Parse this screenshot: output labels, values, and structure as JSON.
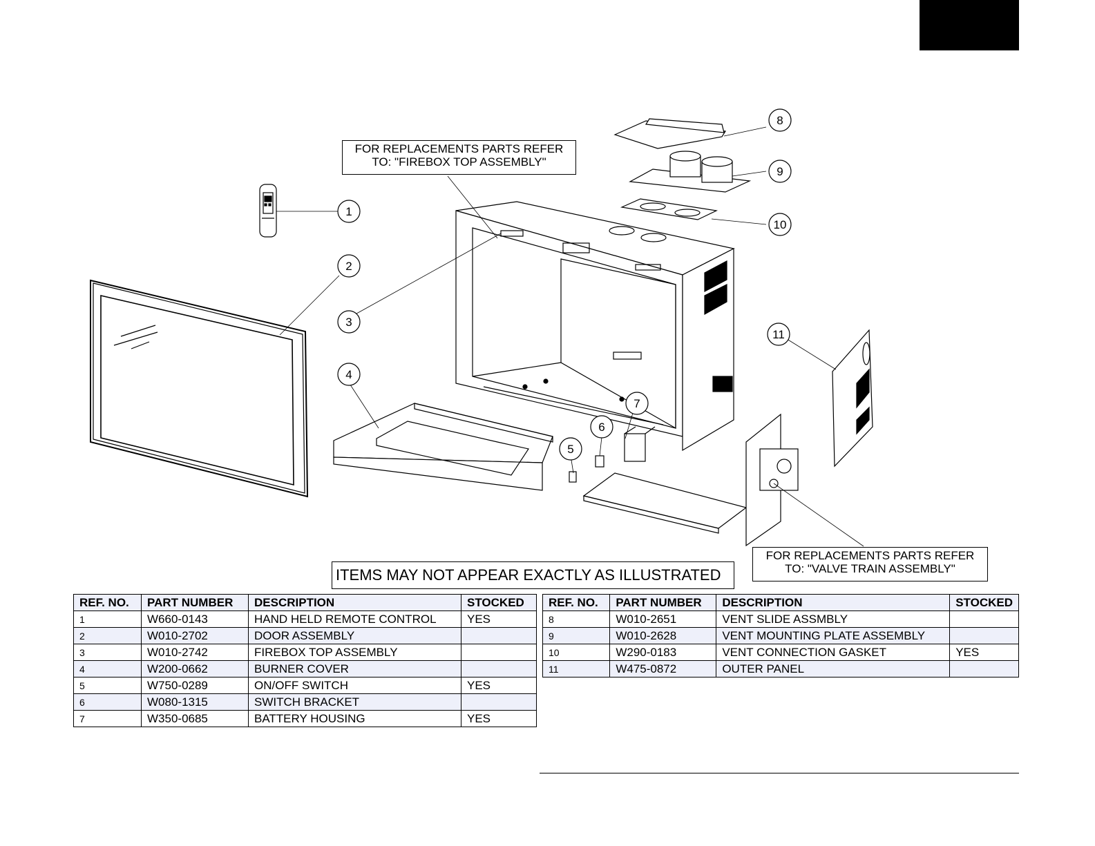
{
  "notes": {
    "firebox_top_line1": "FOR REPLACEMENTS PARTS REFER",
    "firebox_top_line2": "TO: \"FIREBOX TOP ASSEMBLY\"",
    "valve_train_line1": "FOR REPLACEMENTS PARTS REFER",
    "valve_train_line2": "TO: \"VALVE TRAIN ASSEMBLY\"",
    "disclaimer": "ITEMS MAY NOT APPEAR EXACTLY AS ILLUSTRATED"
  },
  "callouts": [
    "1",
    "2",
    "3",
    "4",
    "5",
    "6",
    "7",
    "8",
    "9",
    "10",
    "11"
  ],
  "headers": {
    "ref_no": "REF. NO.",
    "part_number": "PART NUMBER",
    "description": "DESCRIPTION",
    "stocked": "STOCKED"
  },
  "parts_left": [
    {
      "ref": "1",
      "part": "W660-0143",
      "desc": "HAND HELD REMOTE CONTROL",
      "stocked": "YES"
    },
    {
      "ref": "2",
      "part": "W010-2702",
      "desc": "DOOR ASSEMBLY",
      "stocked": ""
    },
    {
      "ref": "3",
      "part": "W010-2742",
      "desc": "FIREBOX TOP ASSEMBLY",
      "stocked": ""
    },
    {
      "ref": "4",
      "part": "W200-0662",
      "desc": "BURNER COVER",
      "stocked": ""
    },
    {
      "ref": "5",
      "part": "W750-0289",
      "desc": "ON/OFF SWITCH",
      "stocked": "YES"
    },
    {
      "ref": "6",
      "part": "W080-1315",
      "desc": "SWITCH BRACKET",
      "stocked": ""
    },
    {
      "ref": "7",
      "part": "W350-0685",
      "desc": "BATTERY HOUSING",
      "stocked": "YES"
    }
  ],
  "parts_right": [
    {
      "ref": "8",
      "part": "W010-2651",
      "desc": "VENT SLIDE ASSMBLY",
      "stocked": ""
    },
    {
      "ref": "9",
      "part": "W010-2628",
      "desc": "VENT MOUNTING PLATE ASSEMBLY",
      "stocked": ""
    },
    {
      "ref": "10",
      "part": "W290-0183",
      "desc": "VENT CONNECTION GASKET",
      "stocked": "YES"
    },
    {
      "ref": "11",
      "part": "W475-0872",
      "desc": "OUTER PANEL",
      "stocked": ""
    }
  ]
}
